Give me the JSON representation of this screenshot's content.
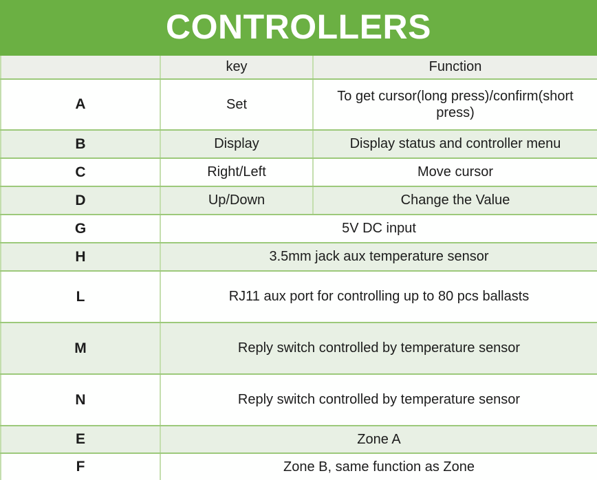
{
  "banner": {
    "title": "CONTROLLERS",
    "background_color": "#6BB043",
    "text_color": "#FFFFFF"
  },
  "table": {
    "headers": {
      "key_letter": "",
      "key": "key",
      "function": "Function"
    },
    "colors": {
      "header_row_bg": "#EDEFEA",
      "shaded_row_bg": "#E8F0E4",
      "plain_row_bg": "#FEFFFE",
      "border": "#9CC97A",
      "text": "#1C1C1C"
    },
    "rows": [
      {
        "key_letter": "A",
        "key": "Set",
        "function": "To get cursor(long press)/confirm(short press)"
      },
      {
        "key_letter": "B",
        "key": "Display",
        "function": "Display status and controller menu"
      },
      {
        "key_letter": "C",
        "key": "Right/Left",
        "function": "Move cursor"
      },
      {
        "key_letter": "D",
        "key": "Up/Down",
        "function": "Change the Value"
      },
      {
        "key_letter": "G",
        "key": "",
        "function": "5V DC input"
      },
      {
        "key_letter": "H",
        "key": "",
        "function": "3.5mm jack aux temperature sensor"
      },
      {
        "key_letter": "L",
        "key": "",
        "function": "RJ11 aux port for controlling up to 80 pcs ballasts"
      },
      {
        "key_letter": "M",
        "key": "",
        "function": "Reply switch controlled by temperature sensor"
      },
      {
        "key_letter": "N",
        "key": "",
        "function": "Reply switch controlled by temperature sensor"
      },
      {
        "key_letter": "E",
        "key": "",
        "function": "Zone A"
      },
      {
        "key_letter": "F",
        "key": "",
        "function": "Zone B, same function as Zone"
      }
    ]
  }
}
